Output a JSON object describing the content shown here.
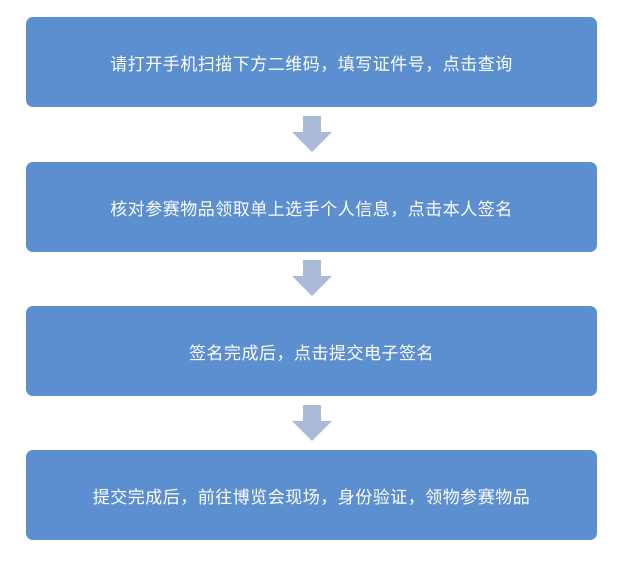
{
  "steps": [
    {
      "label": "请打开手机扫描下方二维码，填写证件号，点击查询"
    },
    {
      "label": "核对参赛物品领取单上选手个人信息，点击本人签名"
    },
    {
      "label": "签名完成后，点击提交电子签名"
    },
    {
      "label": "提交完成后，前往博览会现场，身份验证，领物参赛物品"
    }
  ],
  "colors": {
    "box_fill": "#5b8fd0",
    "box_text": "#ffffff",
    "arrow_fill": "#a9bbd6"
  }
}
